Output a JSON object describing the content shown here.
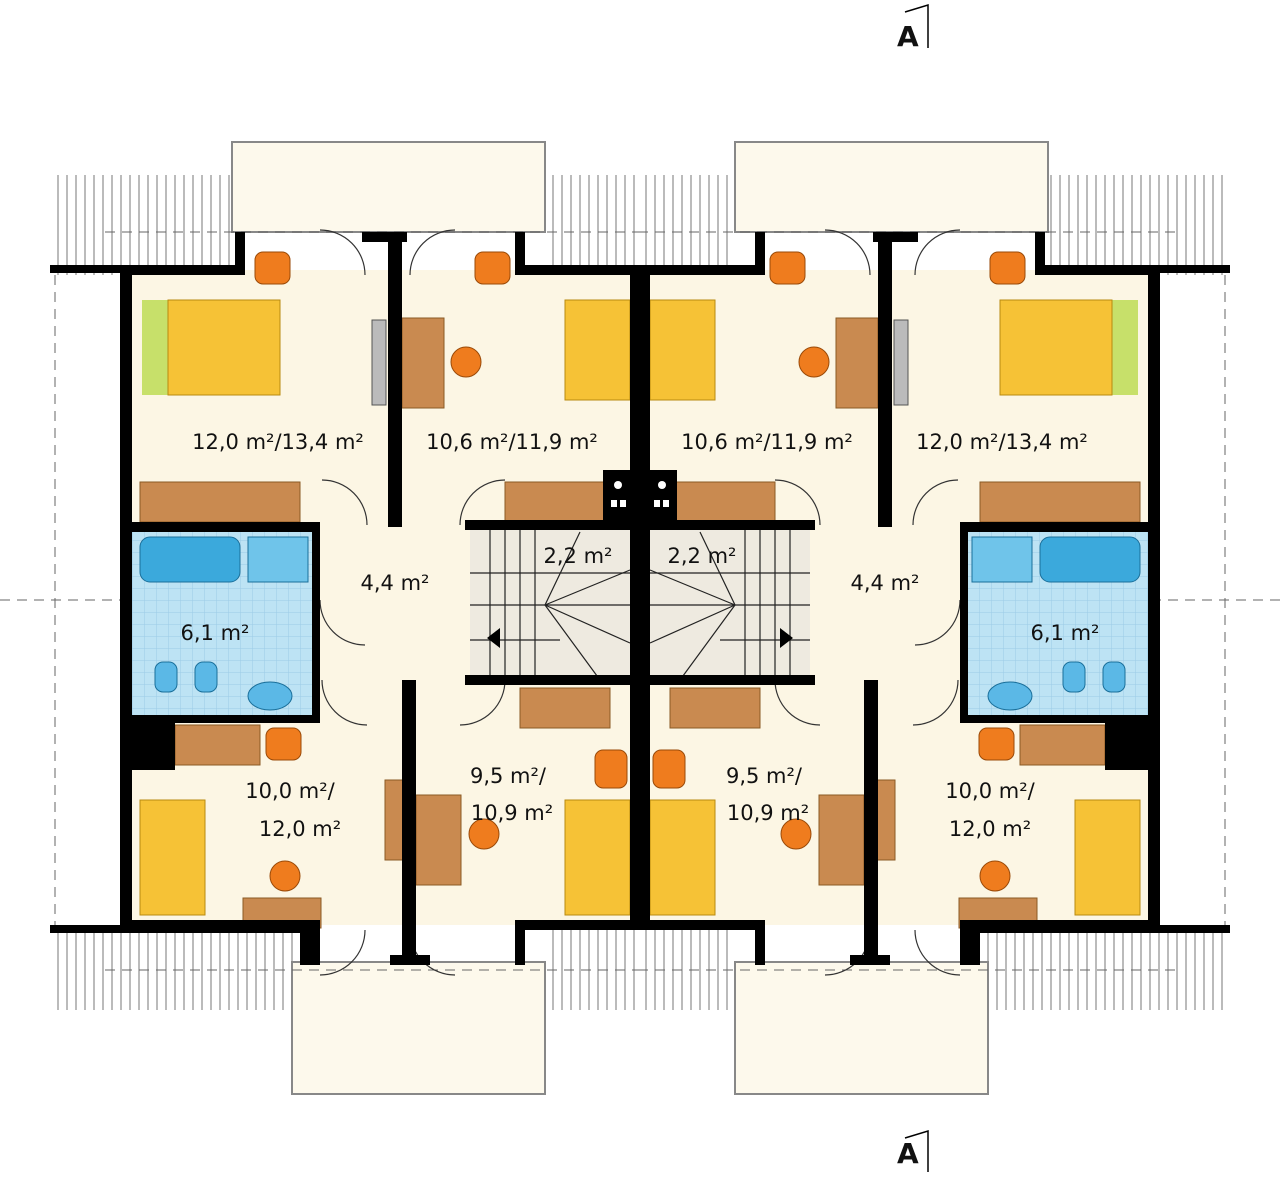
{
  "section_marks": {
    "top": "A",
    "bottom": "A"
  },
  "rooms_left": {
    "bedroom_top_left": "12,0 m²/13,4 m²",
    "bedroom_top_mid": "10,6 m²/11,9 m²",
    "hall": "4,4 m²",
    "stairs": "2,2 m²",
    "bathroom": "6,1 m²",
    "room_bottom_left_1": "10,0 m²/",
    "room_bottom_left_2": "12,0 m²",
    "room_bottom_mid_1": "9,5 m²/",
    "room_bottom_mid_2": "10,9 m²"
  },
  "rooms_right": {
    "bedroom_top_right": "12,0 m²/13,4 m²",
    "bedroom_top_mid": "10,6 m²/11,9 m²",
    "hall": "4,4 m²",
    "stairs": "2,2 m²",
    "bathroom": "6,1 m²",
    "room_bottom_right_1": "10,0 m²/",
    "room_bottom_right_2": "12,0 m²",
    "room_bottom_mid_1": "9,5 m²/",
    "room_bottom_mid_2": "10,9 m²"
  },
  "colors": {
    "floor": "#fcf6e4",
    "wall": "#000000",
    "bath": "#bde3f4",
    "bed": "#f6c236",
    "desk": "#c98a50",
    "chair": "#ef7c1e"
  }
}
